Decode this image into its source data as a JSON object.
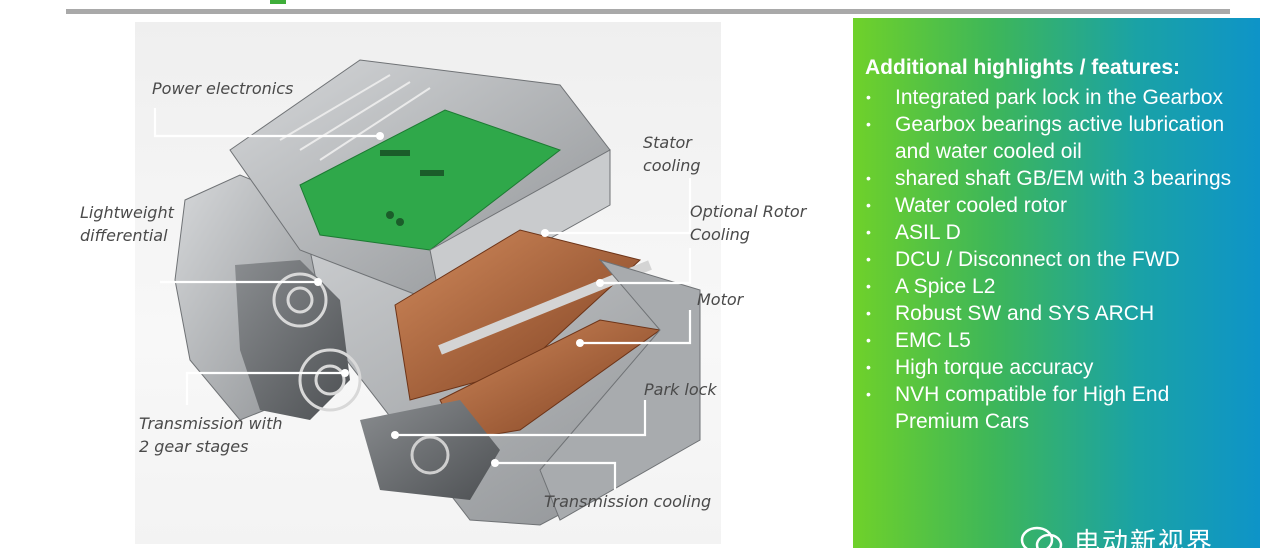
{
  "figure": {
    "callouts": {
      "power_electronics": "Power electronics",
      "stator_cooling_line1": "Stator",
      "stator_cooling_line2": "cooling",
      "lightweight_differential_line1": "Lightweight",
      "lightweight_differential_line2": "differential",
      "optional_rotor_cooling_line1": "Optional Rotor",
      "optional_rotor_cooling_line2": "Cooling",
      "motor": "Motor",
      "park_lock": "Park lock",
      "transmission_line1": "Transmission with",
      "transmission_line2": "2 gear stages",
      "transmission_cooling": "Transmission cooling"
    }
  },
  "panel": {
    "title": "Additional highlights / features:",
    "bullet": "•",
    "items": [
      "Integrated park lock in the Gearbox",
      "Gearbox bearings active lubrication and water cooled oil",
      "shared shaft GB/EM with 3 bearings",
      "Water cooled rotor",
      "ASIL D",
      "DCU / Disconnect on the FWD",
      "A Spice L2",
      "Robust SW and SYS ARCH",
      "EMC L5",
      "High torque accuracy",
      "NVH compatible for  High End Premium Cars"
    ]
  },
  "watermark": {
    "text": "电动新视界"
  },
  "colors": {
    "pcb_green": "#2fa84a",
    "copper": "#b5643a",
    "housing_grey": "#b9bcbf",
    "callout_line": "#ffffff",
    "panel_start": "#6fd12a",
    "panel_end": "#0e94c8"
  }
}
